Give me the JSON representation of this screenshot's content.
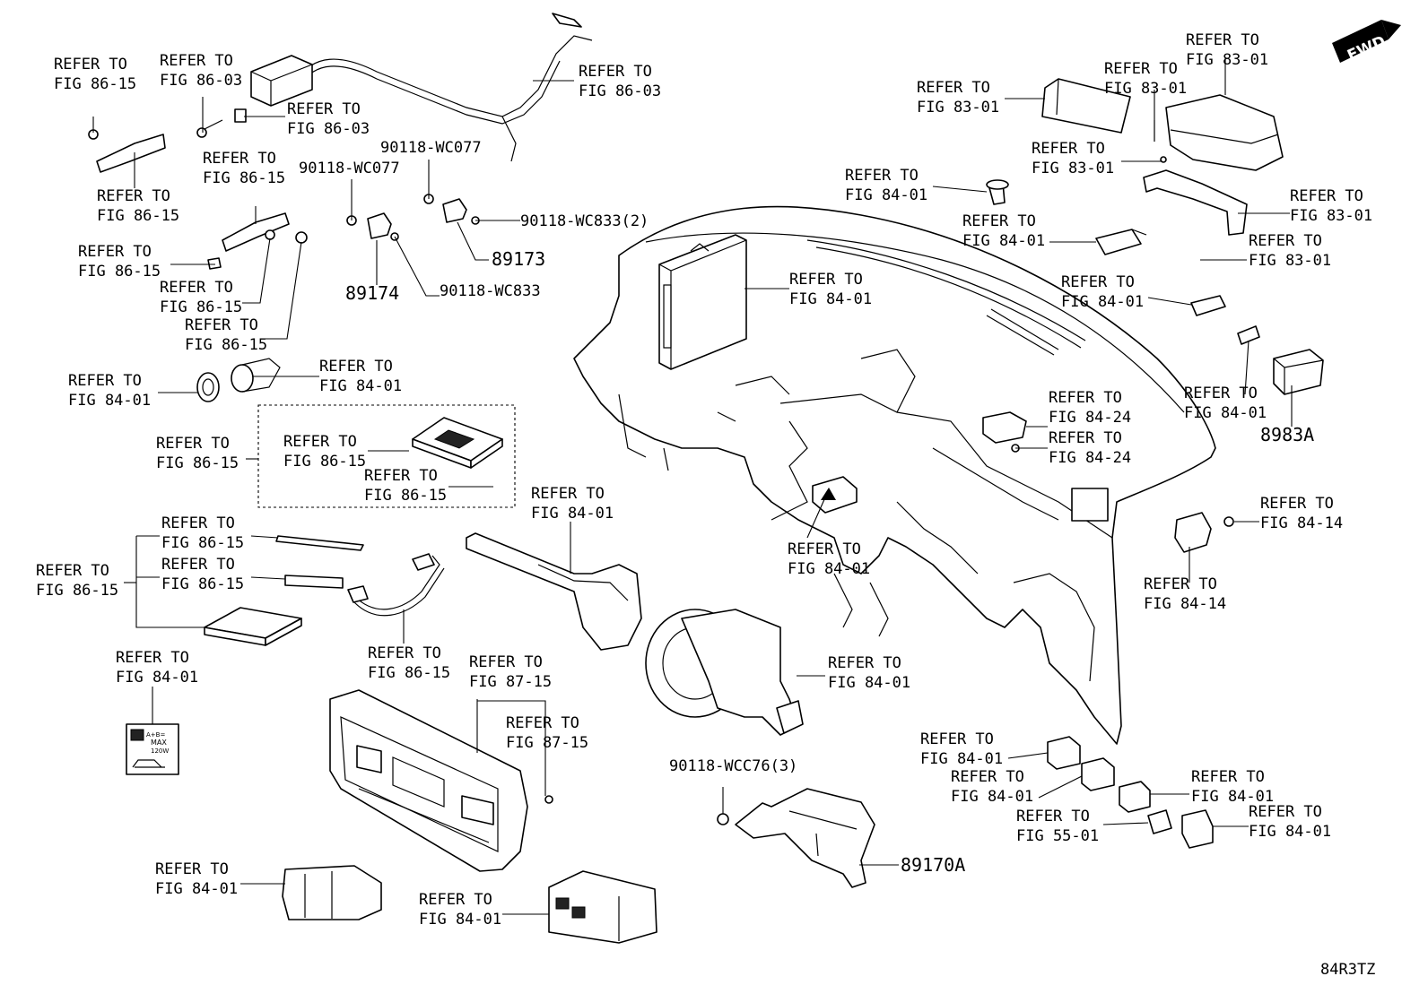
{
  "fwd_badge": "FWD",
  "drawing_code": "84R3TZ",
  "refer_word": "REFER TO",
  "callouts": [
    {
      "id": "c01",
      "line1": "REFER TO",
      "line2": "FIG 86-15"
    },
    {
      "id": "c02",
      "line1": "REFER TO",
      "line2": "FIG 86-03"
    },
    {
      "id": "c03",
      "line1": "REFER TO",
      "line2": "FIG 86-03"
    },
    {
      "id": "c04",
      "line1": "REFER TO",
      "line2": "FIG 86-03"
    },
    {
      "id": "c05",
      "line1": "REFER TO",
      "line2": "FIG 86-15"
    },
    {
      "id": "c06",
      "line1": "REFER TO",
      "line2": "FIG 86-15"
    },
    {
      "id": "c07",
      "line1": "REFER TO",
      "line2": "FIG 86-15"
    },
    {
      "id": "c08",
      "line1": "REFER TO",
      "line2": "FIG 86-15"
    },
    {
      "id": "c09",
      "line1": "REFER TO",
      "line2": "FIG 86-15"
    },
    {
      "id": "c10",
      "line1": "REFER TO",
      "line2": "FIG 84-01"
    },
    {
      "id": "c11",
      "line1": "REFER TO",
      "line2": "FIG 84-01"
    },
    {
      "id": "c12",
      "line1": "REFER TO",
      "line2": "FIG 86-15"
    },
    {
      "id": "c13",
      "line1": "REFER TO",
      "line2": "FIG 86-15"
    },
    {
      "id": "c14",
      "line1": "REFER TO",
      "line2": "FIG 86-15"
    },
    {
      "id": "c15",
      "line1": "REFER TO",
      "line2": "FIG 86-15"
    },
    {
      "id": "c16",
      "line1": "REFER TO",
      "line2": "FIG 86-15"
    },
    {
      "id": "c17",
      "line1": "REFER TO",
      "line2": "FIG 86-15"
    },
    {
      "id": "c18",
      "line1": "REFER TO",
      "line2": "FIG 84-01"
    },
    {
      "id": "c19",
      "line1": "REFER TO",
      "line2": "FIG 86-15"
    },
    {
      "id": "c20",
      "line1": "REFER TO",
      "line2": "FIG 84-01"
    },
    {
      "id": "c21",
      "line1": "REFER TO",
      "line2": "FIG 87-15"
    },
    {
      "id": "c22",
      "line1": "REFER TO",
      "line2": "FIG 87-15"
    },
    {
      "id": "c23",
      "line1": "REFER TO",
      "line2": "FIG 84-01"
    },
    {
      "id": "c24",
      "line1": "REFER TO",
      "line2": "FIG 84-01"
    },
    {
      "id": "c25",
      "line1": "REFER TO",
      "line2": "FIG 84-01"
    },
    {
      "id": "c26",
      "line1": "REFER TO",
      "line2": "FIG 84-01"
    },
    {
      "id": "c27",
      "line1": "REFER TO",
      "line2": "FIG 84-01"
    },
    {
      "id": "c28",
      "line1": "REFER TO",
      "line2": "FIG 83-01"
    },
    {
      "id": "c29",
      "line1": "REFER TO",
      "line2": "FIG 83-01"
    },
    {
      "id": "c30",
      "line1": "REFER TO",
      "line2": "FIG 83-01"
    },
    {
      "id": "c31",
      "line1": "REFER TO",
      "line2": "FIG 83-01"
    },
    {
      "id": "c32",
      "line1": "REFER TO",
      "line2": "FIG 83-01"
    },
    {
      "id": "c33",
      "line1": "REFER TO",
      "line2": "FIG 83-01"
    },
    {
      "id": "c34",
      "line1": "REFER TO",
      "line2": "FIG 84-01"
    },
    {
      "id": "c35",
      "line1": "REFER TO",
      "line2": "FIG 84-01"
    },
    {
      "id": "c36",
      "line1": "REFER TO",
      "line2": "FIG 84-01"
    },
    {
      "id": "c37",
      "line1": "REFER TO",
      "line2": "FIG 84-01"
    },
    {
      "id": "c38",
      "line1": "REFER TO",
      "line2": "FIG 84-24"
    },
    {
      "id": "c39",
      "line1": "REFER TO",
      "line2": "FIG 84-24"
    },
    {
      "id": "c40",
      "line1": "REFER TO",
      "line2": "FIG 84-14"
    },
    {
      "id": "c41",
      "line1": "REFER TO",
      "line2": "FIG 84-14"
    },
    {
      "id": "c42",
      "line1": "REFER TO",
      "line2": "FIG 84-01"
    },
    {
      "id": "c43",
      "line1": "REFER TO",
      "line2": "FIG 84-01"
    },
    {
      "id": "c44",
      "line1": "REFER TO",
      "line2": "FIG 84-01"
    },
    {
      "id": "c45",
      "line1": "REFER TO",
      "line2": "FIG 55-01"
    },
    {
      "id": "c46",
      "line1": "REFER TO",
      "line2": "FIG 84-01"
    }
  ],
  "part_numbers": [
    {
      "id": "p1",
      "text": "90118-WC077"
    },
    {
      "id": "p2",
      "text": "90118-WC077"
    },
    {
      "id": "p3",
      "text": "90118-WC833(2)"
    },
    {
      "id": "p4",
      "text": "89173"
    },
    {
      "id": "p5",
      "text": "89174"
    },
    {
      "id": "p6",
      "text": "90118-WC833"
    },
    {
      "id": "p7",
      "text": "8983A"
    },
    {
      "id": "p8",
      "text": "90118-WCC76(3)"
    },
    {
      "id": "p9",
      "text": "89170A"
    }
  ],
  "outlet_label": {
    "line1": "A+B=",
    "line2": "MAX",
    "line3": "120W"
  }
}
